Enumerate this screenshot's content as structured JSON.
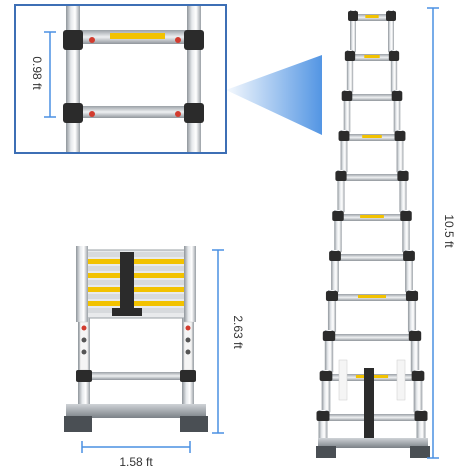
{
  "image": {
    "description_none": ""
  },
  "dimensions": {
    "rung_spacing": "0.98 ft",
    "extended_height": "10.5 ft",
    "collapsed_height": "2.63 ft",
    "width": "1.58 ft"
  },
  "colors": {
    "accent_blue": "#4a90e2",
    "frame_blue": "#3d6fb5",
    "aluminum": "#c9cdd1",
    "aluminum_dark": "#9aa0a6",
    "black_cap": "#2b2b2b",
    "label_yellow": "#f2c200",
    "red_dot": "#d23b2e"
  }
}
